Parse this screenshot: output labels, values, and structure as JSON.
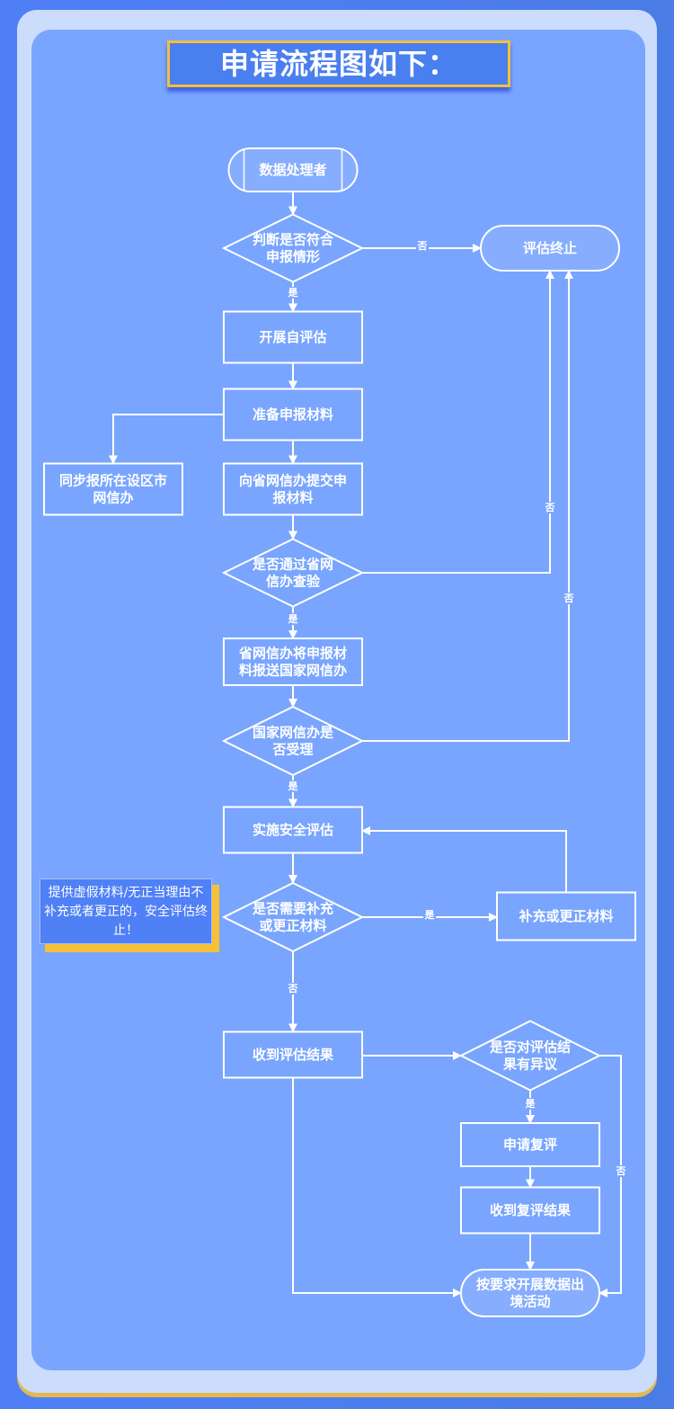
{
  "title": "申请流程图如下：",
  "note": {
    "text": "提供虚假材料/无正当理由不补充或者更正的，安全评估终止！"
  },
  "colors": {
    "background": "#4f7ff7",
    "frame": "#cbdcfd",
    "panel": "#79a5fe",
    "title_fill": "#4a7ff0",
    "accent_yellow": "#f6bf3a",
    "line": "#ffffff"
  },
  "nodes": {
    "data_handler": {
      "type": "terminal",
      "lines": [
        "数据处理者"
      ]
    },
    "check_eligibility": {
      "type": "decision",
      "lines": [
        "判断是否符合",
        "申报情形"
      ]
    },
    "assessment_end": {
      "type": "terminal",
      "lines": [
        "评估终止"
      ]
    },
    "self_assessment": {
      "type": "process",
      "lines": [
        "开展自评估"
      ]
    },
    "prepare_materials": {
      "type": "process",
      "lines": [
        "准备申报材料"
      ]
    },
    "sync_city_office": {
      "type": "process",
      "lines": [
        "同步报所在设区市",
        "网信办"
      ]
    },
    "submit_provincial": {
      "type": "process",
      "lines": [
        "向省网信办提交申",
        "报材料"
      ]
    },
    "provincial_check": {
      "type": "decision",
      "lines": [
        "是否通过省网",
        "信办查验"
      ]
    },
    "forward_national": {
      "type": "process",
      "lines": [
        "省网信办将申报材",
        "料报送国家网信办"
      ]
    },
    "national_accept": {
      "type": "decision",
      "lines": [
        "国家网信办是",
        "否受理"
      ]
    },
    "security_assessment": {
      "type": "process",
      "lines": [
        "实施安全评估"
      ]
    },
    "need_supplement": {
      "type": "decision",
      "lines": [
        "是否需要补充",
        "或更正材料"
      ]
    },
    "supplement_materials": {
      "type": "process",
      "lines": [
        "补充或更正材料"
      ]
    },
    "receive_result": {
      "type": "process",
      "lines": [
        "收到评估结果"
      ]
    },
    "objection": {
      "type": "decision",
      "lines": [
        "是否对评估结",
        "果有异议"
      ]
    },
    "apply_review": {
      "type": "process",
      "lines": [
        "申请复评"
      ]
    },
    "receive_review": {
      "type": "process",
      "lines": [
        "收到复评结果"
      ]
    },
    "carry_out": {
      "type": "terminal",
      "lines": [
        "按要求开展数据出",
        "境活动"
      ]
    }
  },
  "edges": [
    {
      "from": "data_handler",
      "to": "check_eligibility",
      "label": ""
    },
    {
      "from": "check_eligibility",
      "to": "assessment_end",
      "label": "否"
    },
    {
      "from": "check_eligibility",
      "to": "self_assessment",
      "label": "是"
    },
    {
      "from": "self_assessment",
      "to": "prepare_materials",
      "label": ""
    },
    {
      "from": "prepare_materials",
      "to": "sync_city_office",
      "label": ""
    },
    {
      "from": "prepare_materials",
      "to": "submit_provincial",
      "label": ""
    },
    {
      "from": "submit_provincial",
      "to": "provincial_check",
      "label": ""
    },
    {
      "from": "provincial_check",
      "to": "assessment_end",
      "label": "否"
    },
    {
      "from": "provincial_check",
      "to": "forward_national",
      "label": "是"
    },
    {
      "from": "forward_national",
      "to": "national_accept",
      "label": ""
    },
    {
      "from": "national_accept",
      "to": "assessment_end",
      "label": "否"
    },
    {
      "from": "national_accept",
      "to": "security_assessment",
      "label": "是"
    },
    {
      "from": "security_assessment",
      "to": "need_supplement",
      "label": ""
    },
    {
      "from": "need_supplement",
      "to": "supplement_materials",
      "label": "是"
    },
    {
      "from": "supplement_materials",
      "to": "security_assessment",
      "label": ""
    },
    {
      "from": "need_supplement",
      "to": "receive_result",
      "label": "否"
    },
    {
      "from": "receive_result",
      "to": "objection",
      "label": ""
    },
    {
      "from": "objection",
      "to": "apply_review",
      "label": "是"
    },
    {
      "from": "apply_review",
      "to": "receive_review",
      "label": ""
    },
    {
      "from": "receive_review",
      "to": "carry_out",
      "label": ""
    },
    {
      "from": "objection",
      "to": "carry_out",
      "label": "否"
    },
    {
      "from": "receive_result",
      "to": "carry_out",
      "label": ""
    }
  ]
}
